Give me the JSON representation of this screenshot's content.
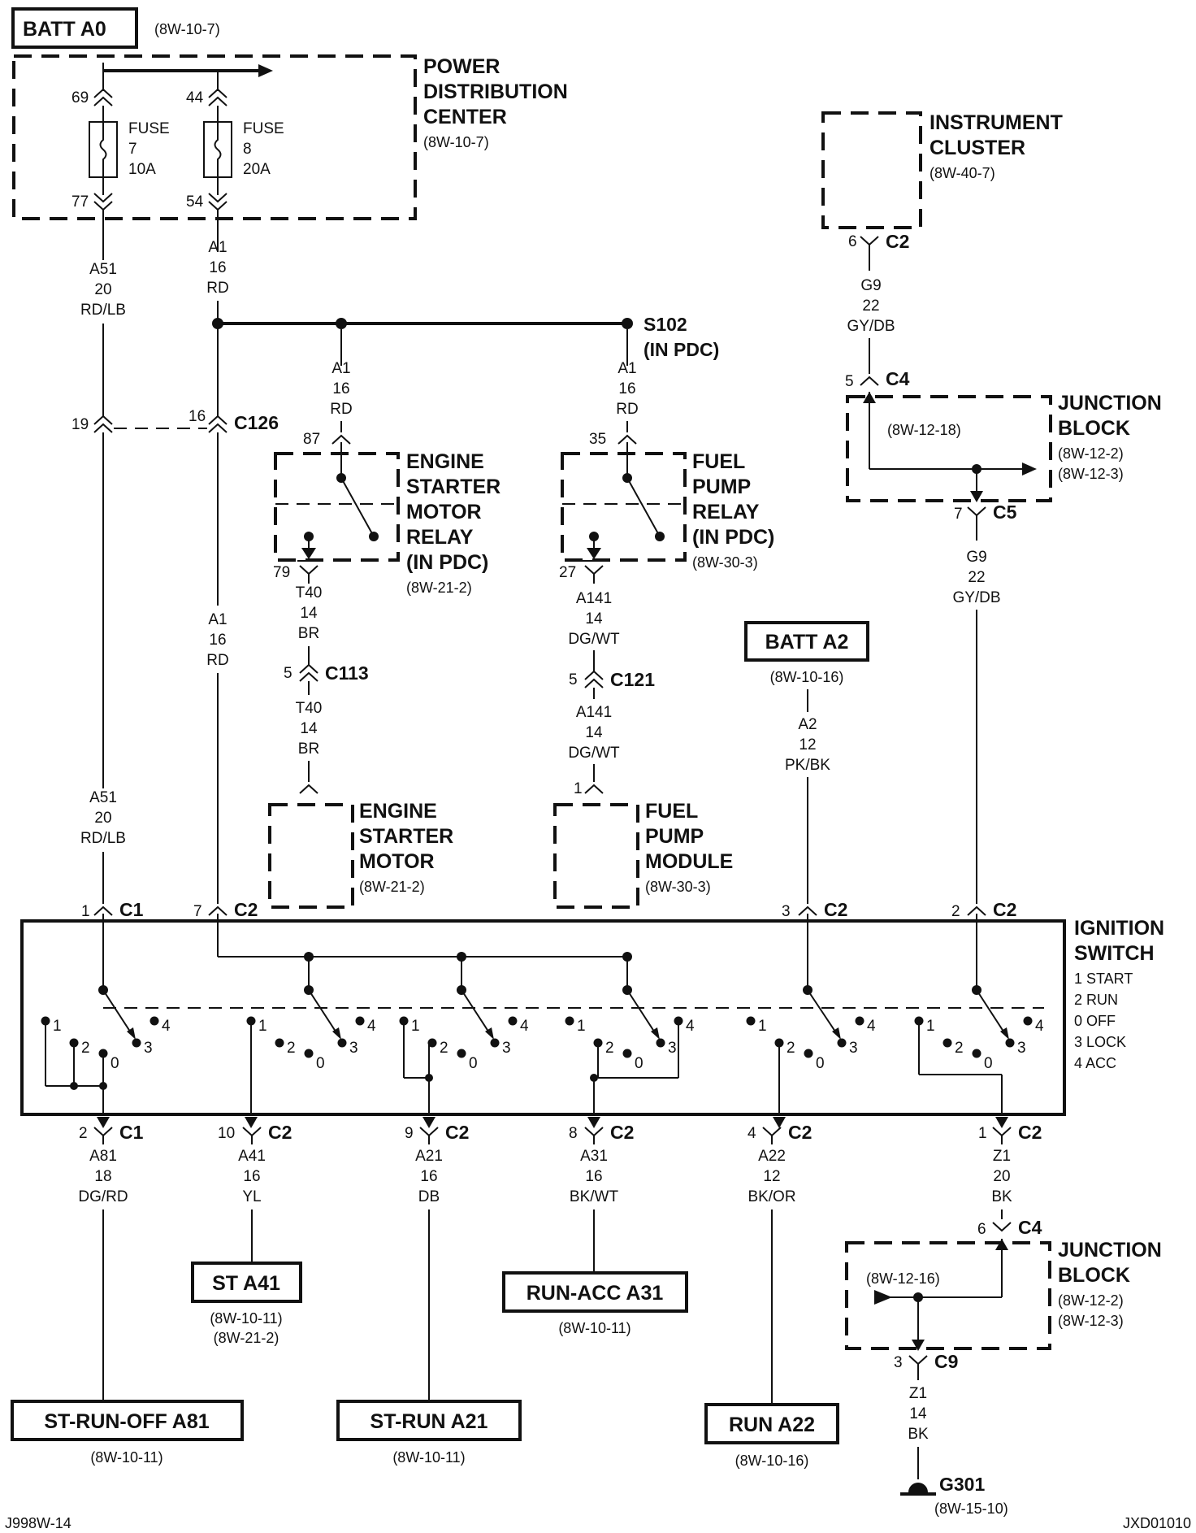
{
  "title_box": {
    "label": "BATT A0",
    "ref": "(8W-10-7)"
  },
  "pdc": {
    "lines": [
      "POWER",
      "DISTRIBUTION",
      "CENTER"
    ],
    "ref": "(8W-10-7)"
  },
  "fuse7": {
    "t": "FUSE",
    "n": "7",
    "a": "10A",
    "pin_in": "69",
    "pin_out": "77"
  },
  "fuse8": {
    "t": "FUSE",
    "n": "8",
    "a": "20A",
    "pin_in": "44",
    "pin_out": "54"
  },
  "w_a51_top": [
    "A51",
    "20",
    "RD/LB"
  ],
  "w_a51_bot": [
    "A51",
    "20",
    "RD/LB"
  ],
  "w_a1_top": [
    "A1",
    "16",
    "RD"
  ],
  "w_a1_mid": [
    "A1",
    "16",
    "RD"
  ],
  "w_a1_esr": [
    "A1",
    "16",
    "RD"
  ],
  "w_a1_fpr": [
    "A1",
    "16",
    "RD"
  ],
  "s102": {
    "name": "S102",
    "sub": "(IN PDC)"
  },
  "c126": {
    "name": "C126",
    "pin_left": "19",
    "pin_right": "16"
  },
  "esr": {
    "lines": [
      "ENGINE",
      "STARTER",
      "MOTOR",
      "RELAY",
      "(IN PDC)"
    ],
    "ref": "(8W-21-2)",
    "pin_in": "87",
    "pin_out": "79"
  },
  "fpr": {
    "lines": [
      "FUEL",
      "PUMP",
      "RELAY",
      "(IN PDC)"
    ],
    "ref": "(8W-30-3)",
    "pin_in": "35",
    "pin_out": "27"
  },
  "w_t40_a": [
    "T40",
    "14",
    "BR"
  ],
  "w_t40_b": [
    "T40",
    "14",
    "BR"
  ],
  "c113": {
    "name": "C113",
    "pin": "5"
  },
  "w_a141_a": [
    "A141",
    "14",
    "DG/WT"
  ],
  "w_a141_b": [
    "A141",
    "14",
    "DG/WT"
  ],
  "c121": {
    "name": "C121",
    "pin": "5"
  },
  "esm": {
    "lines": [
      "ENGINE",
      "STARTER",
      "MOTOR"
    ],
    "ref": "(8W-21-2)"
  },
  "fpm": {
    "lines": [
      "FUEL",
      "PUMP",
      "MODULE"
    ],
    "ref": "(8W-30-3)",
    "pin": "1"
  },
  "batt_a2": {
    "label": "BATT A2",
    "ref": "(8W-10-16)"
  },
  "w_a2": [
    "A2",
    "12",
    "PK/BK"
  ],
  "ic": {
    "lines": [
      "INSTRUMENT",
      "CLUSTER"
    ],
    "ref": "(8W-40-7)",
    "conn": "C2",
    "pin": "6"
  },
  "w_g9_a": [
    "G9",
    "22",
    "GY/DB"
  ],
  "w_g9_b": [
    "G9",
    "22",
    "GY/DB"
  ],
  "jb1": {
    "lines": [
      "JUNCTION",
      "BLOCK"
    ],
    "refs": [
      "(8W-12-2)",
      "(8W-12-3)"
    ],
    "inner_ref": "(8W-12-18)",
    "c4": "C4",
    "c4_pin": "5",
    "c5": "C5",
    "c5_pin": "7"
  },
  "ign": {
    "title": [
      "IGNITION",
      "SWITCH"
    ],
    "legend": [
      "1 START",
      "2 RUN",
      "0 OFF",
      "3 LOCK",
      "4 ACC"
    ],
    "top_conns": [
      {
        "pin": "1",
        "name": "C1"
      },
      {
        "pin": "7",
        "name": "C2"
      },
      {
        "pin": "3",
        "name": "C2"
      },
      {
        "pin": "2",
        "name": "C2"
      }
    ],
    "bottom_conns": [
      {
        "pin": "2",
        "name": "C1"
      },
      {
        "pin": "10",
        "name": "C2"
      },
      {
        "pin": "9",
        "name": "C2"
      },
      {
        "pin": "8",
        "name": "C2"
      },
      {
        "pin": "4",
        "name": "C2"
      },
      {
        "pin": "1",
        "name": "C2"
      }
    ],
    "pos": [
      "1",
      "2",
      "0",
      "3",
      "4"
    ]
  },
  "w_a81": [
    "A81",
    "18",
    "DG/RD"
  ],
  "w_a41": [
    "A41",
    "16",
    "YL"
  ],
  "w_a21": [
    "A21",
    "16",
    "DB"
  ],
  "w_a31": [
    "A31",
    "16",
    "BK/WT"
  ],
  "w_a22": [
    "A22",
    "12",
    "BK/OR"
  ],
  "w_z1_a": [
    "Z1",
    "20",
    "BK"
  ],
  "w_z1_b": [
    "Z1",
    "14",
    "BK"
  ],
  "st_a41": {
    "label": "ST A41",
    "refs": [
      "(8W-10-11)",
      "(8W-21-2)"
    ]
  },
  "run_acc_a31": {
    "label": "RUN-ACC A31",
    "ref": "(8W-10-11)"
  },
  "st_run_off_a81": {
    "label": "ST-RUN-OFF A81",
    "ref": "(8W-10-11)"
  },
  "st_run_a21": {
    "label": "ST-RUN A21",
    "ref": "(8W-10-11)"
  },
  "run_a22": {
    "label": "RUN A22",
    "ref": "(8W-10-16)"
  },
  "jb2": {
    "lines": [
      "JUNCTION",
      "BLOCK"
    ],
    "refs": [
      "(8W-12-2)",
      "(8W-12-3)"
    ],
    "inner_ref": "(8W-12-16)",
    "c4": "C4",
    "c4_pin": "6",
    "c9": "C9",
    "c9_pin": "3"
  },
  "g301": {
    "name": "G301",
    "ref": "(8W-15-10)"
  },
  "footer": {
    "left": "J998W-14",
    "right": "JXD01010"
  }
}
